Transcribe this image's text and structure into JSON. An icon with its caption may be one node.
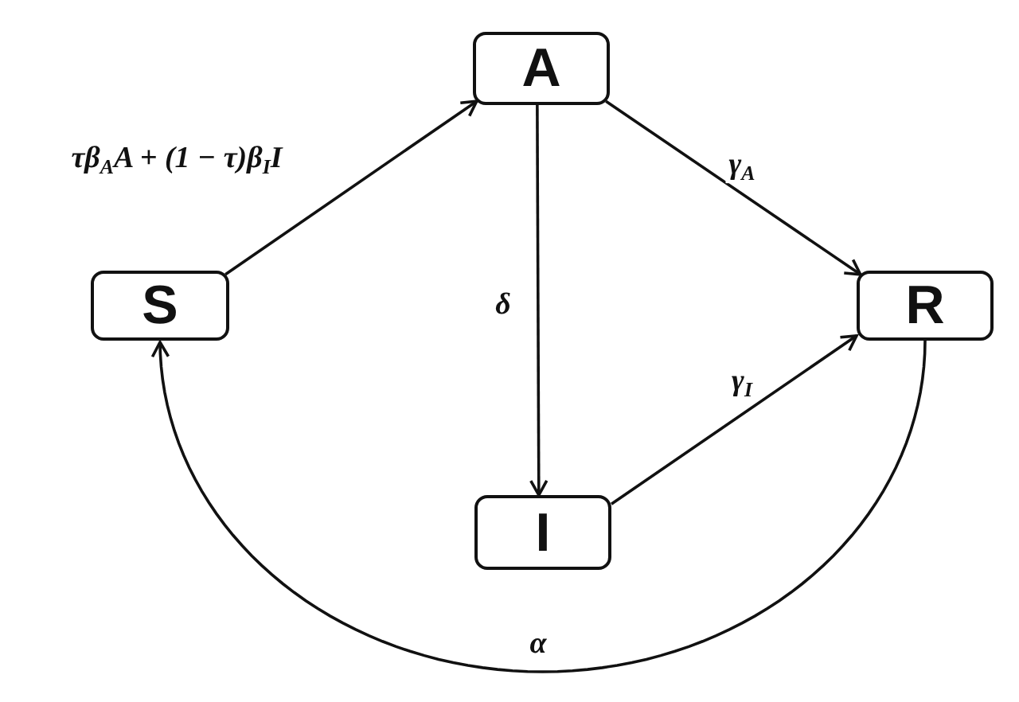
{
  "diagram": {
    "nodes": [
      {
        "text": [
          "A"
        ]
      },
      {
        "text": [
          "S"
        ]
      },
      {
        "text": [
          "R"
        ]
      },
      {
        "text": [
          "I"
        ]
      }
    ],
    "edges": [
      {
        "from": 1,
        "to": 0,
        "arrow": "to",
        "label": "τβ$_{A}$A + (1 − τ)β$_{I}$I"
      },
      {
        "from": 0,
        "to": 2,
        "arrow": "to",
        "label": "γ$_{A}$"
      },
      {
        "from": 0,
        "to": 3,
        "arrow": "to",
        "label": "δ"
      },
      {
        "from": 3,
        "to": 2,
        "arrow": "to",
        "label": "γ$_{I}$"
      },
      {
        "from": 2,
        "to": 1,
        "arrow": "to",
        "label": "α"
      }
    ]
  }
}
